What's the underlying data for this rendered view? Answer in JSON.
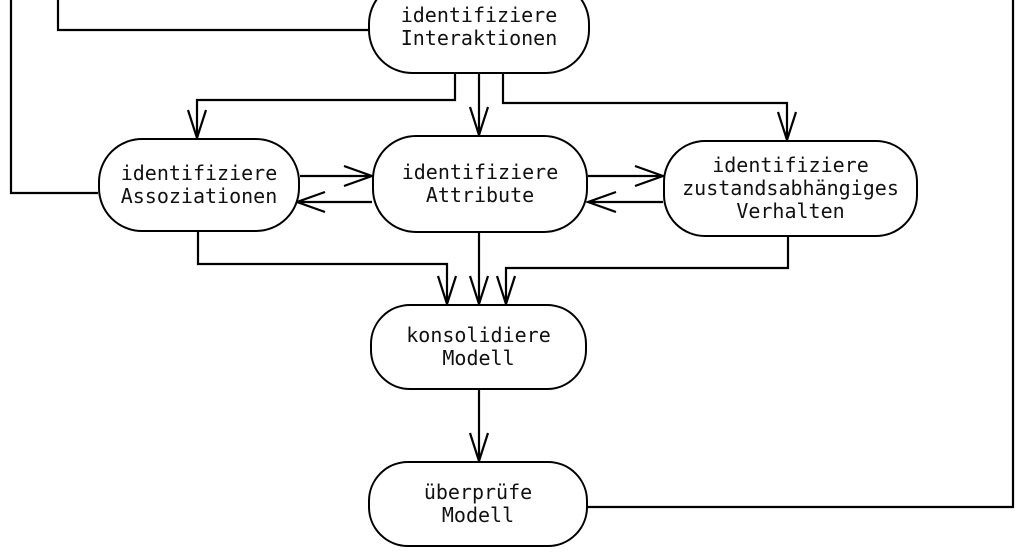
{
  "diagram": {
    "colors": {
      "stroke": "#000000",
      "background": "#ffffff",
      "text": "#111111"
    },
    "nodes": {
      "interaktionen": {
        "line1": "identifiziere",
        "line2": "Interaktionen"
      },
      "assoziationen": {
        "line1": "identifiziere",
        "line2": "Assoziationen"
      },
      "attribute": {
        "line1": "identifiziere",
        "line2": "Attribute"
      },
      "verhalten": {
        "line1": "identifiziere",
        "line2": "zustandsabhängiges",
        "line3": "Verhalten"
      },
      "konsolidiere": {
        "line1": "konsolidiere",
        "line2": "Modell"
      },
      "ueberpruefe": {
        "line1": "überprüfe",
        "line2": "Modell"
      }
    }
  }
}
